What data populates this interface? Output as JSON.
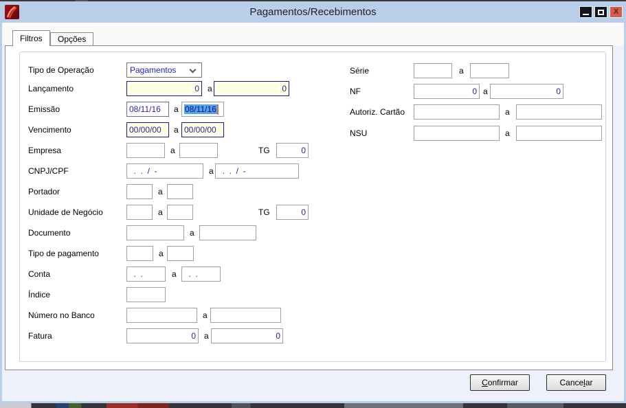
{
  "window": {
    "title": "Pagamentos/Recebimentos"
  },
  "tabs": {
    "filtros": "Filtros",
    "opcoes": "Opções"
  },
  "sep": "a",
  "filters": {
    "tipo_de_operacao": {
      "label": "Tipo de Operação",
      "value": "Pagamentos"
    },
    "lancamento": {
      "label": "Lançamento",
      "from": "0",
      "to": "0"
    },
    "emissao": {
      "label": "Emissão",
      "from": "08/11/16",
      "to": "08/11/16"
    },
    "vencimento": {
      "label": "Vencimento",
      "from": "00/00/00",
      "to": "00/00/00"
    },
    "empresa": {
      "label": "Empresa",
      "from": "",
      "to": "",
      "tg_label": "TG",
      "tg_value": "0"
    },
    "cnpj_cpf": {
      "label": "CNPJ/CPF",
      "from": "  .  .  /  -",
      "to": "  .  .  /  -"
    },
    "portador": {
      "label": "Portador",
      "from": "",
      "to": ""
    },
    "unidade_negocio": {
      "label": "Unidade de Negócio",
      "from": "",
      "to": "",
      "tg_label": "TG",
      "tg_value": "0"
    },
    "documento": {
      "label": "Documento",
      "from": "",
      "to": ""
    },
    "tipo_pagamento": {
      "label": "Tipo de pagamento",
      "from": "",
      "to": ""
    },
    "conta": {
      "label": "Conta",
      "from": "  .  .",
      "to": "  .  ."
    },
    "indice": {
      "label": "Índice",
      "value": ""
    },
    "numero_banco": {
      "label": "Número no Banco",
      "from": "",
      "to": ""
    },
    "fatura": {
      "label": "Fatura",
      "from": "0",
      "to": "0"
    },
    "serie": {
      "label": "Série",
      "from": "",
      "to": ""
    },
    "nf": {
      "label": "NF",
      "from": "0",
      "to": "0"
    },
    "autoriz_cartao": {
      "label": "Autoriz. Cartão",
      "from": "",
      "to": ""
    },
    "nsu": {
      "label": "NSU",
      "from": "",
      "to": ""
    }
  },
  "buttons": {
    "confirm": {
      "label": "Confirmar",
      "key": "C"
    },
    "cancel": {
      "label": "Cancelar",
      "key": "l"
    }
  },
  "colors": {
    "titlebar": "#b9cee9",
    "required_field_bg": "#ffffe1",
    "field_text": "#2222b2",
    "selection_bg": "#55a2f0",
    "close_button_bg": "#d2604a"
  }
}
